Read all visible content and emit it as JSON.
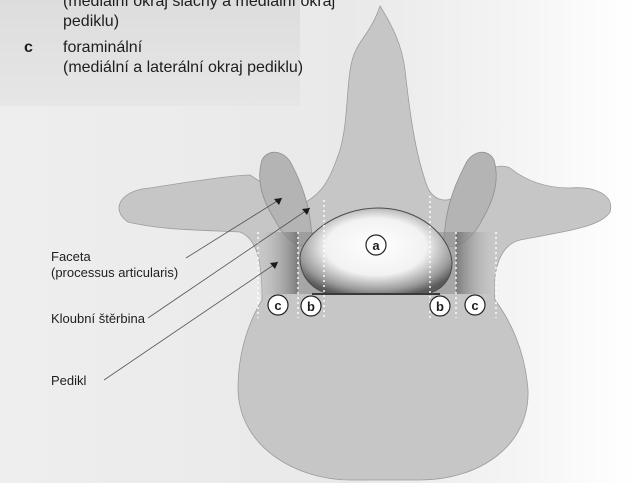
{
  "legend": [
    {
      "letter": "",
      "line1": "(mediální okraj šlachy a mediální okraj",
      "line2": "pediklu)"
    },
    {
      "letter": "c",
      "line1": "foraminální",
      "line2": "(mediální a laterální okraj pediklu)"
    }
  ],
  "labels": {
    "facet_line1": "Faceta",
    "facet_line2": "(processus articularis)",
    "joint_space": "Kloubní štěrbina",
    "pedicle": "Pedikl"
  },
  "zone_markers": [
    "a",
    "b",
    "c"
  ],
  "colors": {
    "body": "#c6c6c6",
    "facet": "#b4b4b4",
    "canal": "#ffffff",
    "zone_shade": "#8a8a8a",
    "text": "#1e1e1e"
  }
}
